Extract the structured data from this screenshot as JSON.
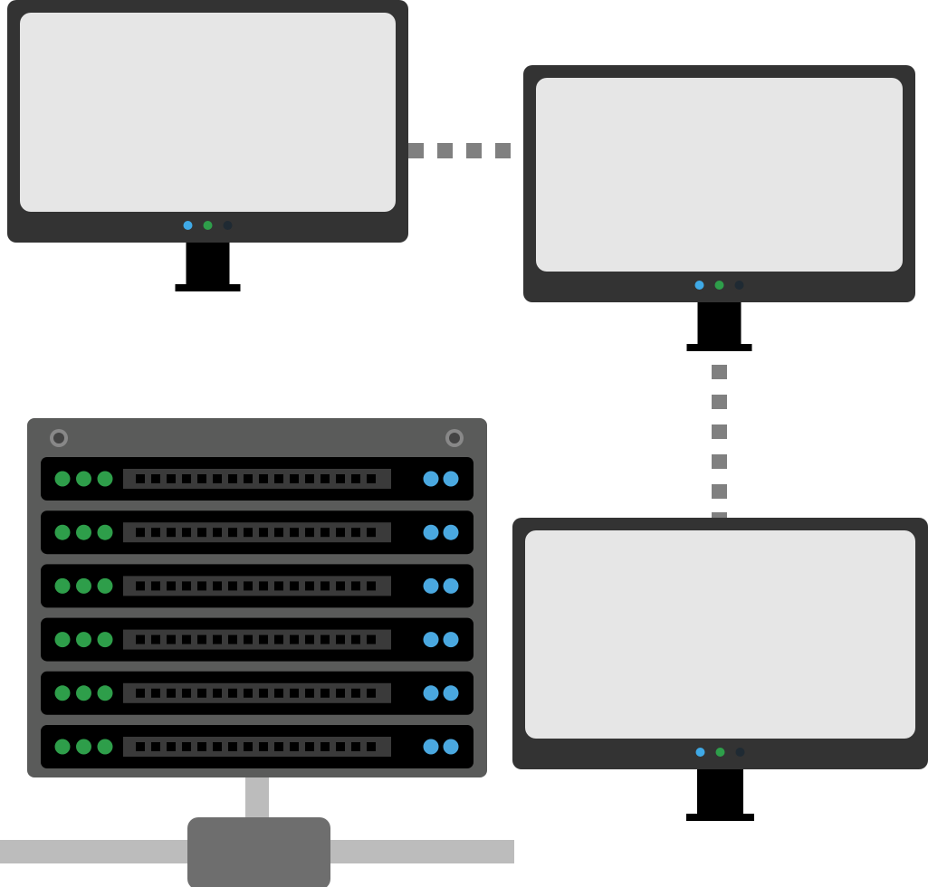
{
  "colors": {
    "background": "#ffffff",
    "monitor_bezel": "#333333",
    "monitor_screen": "#e6e6e6",
    "monitor_stand": "#000000",
    "led_blue": "#3fa9e6",
    "led_green": "#2e9e4a",
    "led_dark": "#1f2a33",
    "connector": "#808080",
    "rack_frame": "#5a5b5a",
    "rack_unit": "#000000",
    "unit_panel": "#3a3a3a",
    "unit_slot": "#000000",
    "rack_led_green": "#2e9e4a",
    "rack_led_blue": "#4aa8e0",
    "screw_fill": "#444444",
    "screw_ring": "#888888",
    "network_line": "#bcbcbc",
    "network_hub": "#6e6e6e"
  },
  "monitors": [
    {
      "id": "top-left",
      "led_colors": [
        "led_blue",
        "led_green",
        "led_dark"
      ]
    },
    {
      "id": "top-right",
      "led_colors": [
        "led_blue",
        "led_green",
        "led_dark"
      ]
    },
    {
      "id": "bottom-right",
      "led_colors": [
        "led_blue",
        "led_green",
        "led_dark"
      ]
    }
  ],
  "connections": [
    {
      "from": "top-left",
      "to": "top-right",
      "style": "dotted"
    },
    {
      "from": "top-right",
      "to": "bottom-right",
      "style": "dotted"
    }
  ],
  "server_rack": {
    "unit_count": 6,
    "green_leds_per_unit": 3,
    "blue_leds_per_unit": 2,
    "slots_per_unit": 16,
    "screw_count": 2
  },
  "network": {
    "has_hub": true
  }
}
